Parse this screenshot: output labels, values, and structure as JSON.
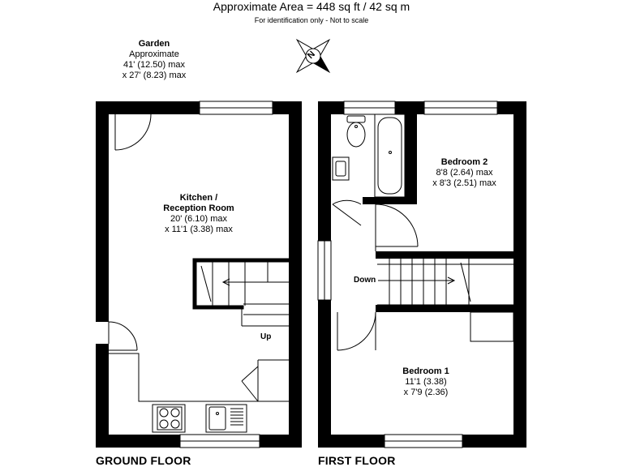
{
  "header": {
    "title": "Approximate Area = 448 sq ft / 42 sq m",
    "subtitle": "For identification only - Not to scale"
  },
  "garden": {
    "name": "Garden",
    "line1": "Approximate",
    "line2": "41' (12.50) max",
    "line3": "x 27' (8.23) max"
  },
  "compass": {
    "letter": "N"
  },
  "ground_floor": {
    "label": "GROUND FLOOR",
    "kitchen": {
      "name_line1": "Kitchen /",
      "name_line2": "Reception Room",
      "dim1": "20' (6.10) max",
      "dim2": "x 11'1 (3.38) max"
    },
    "stairs_label": "Up"
  },
  "first_floor": {
    "label": "FIRST FLOOR",
    "bedroom2": {
      "name": "Bedroom 2",
      "dim1": "8'8 (2.64) max",
      "dim2": "x 8'3 (2.51) max"
    },
    "bedroom1": {
      "name": "Bedroom 1",
      "dim1": "11'1 (3.38)",
      "dim2": "x 7'9 (2.36)"
    },
    "stairs_label": "Down"
  }
}
